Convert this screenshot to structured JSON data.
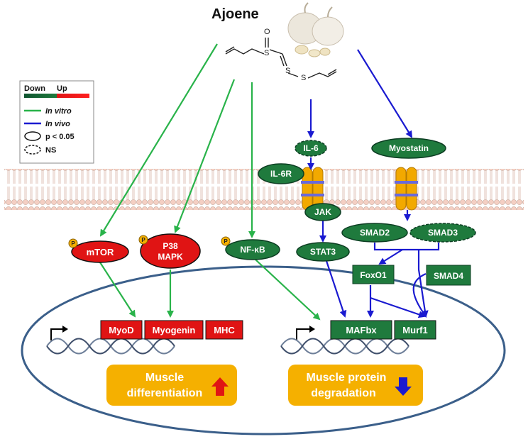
{
  "title": "Ajoene",
  "colors": {
    "green": "#1f7a3d",
    "dark_green": "#0f5530",
    "red": "#e01414",
    "blue": "#1a1ad0",
    "arrow_green": "#29b34a",
    "outcome": "#f5b000",
    "cell": "#3b5f8a"
  },
  "legend": {
    "down": "Down",
    "up": "Up",
    "in_vitro": "In vitro",
    "in_vivo": "In vivo",
    "significant": "p < 0.05",
    "ns": "NS"
  },
  "nodes": {
    "il6": "IL-6",
    "il6r": "IL-6R",
    "myostatin": "Myostatin",
    "jak": "JAK",
    "stat3": "STAT3",
    "smad2": "SMAD2",
    "smad3": "SMAD3",
    "smad4": "SMAD4",
    "foxo1": "FoxO1",
    "mtor": "mTOR",
    "p38_line1": "P38",
    "p38_line2": "MAPK",
    "nfkb": "NF-κB",
    "phospho": "P"
  },
  "genes": {
    "myod": "MyoD",
    "myogenin": "Myogenin",
    "mhc": "MHC",
    "mafbx": "MAFbx",
    "murf1": "Murf1"
  },
  "outcomes": {
    "differentiation_line1": "Muscle",
    "differentiation_line2": "differentiation",
    "degradation_line1": "Muscle protein",
    "degradation_line2": "degradation"
  }
}
